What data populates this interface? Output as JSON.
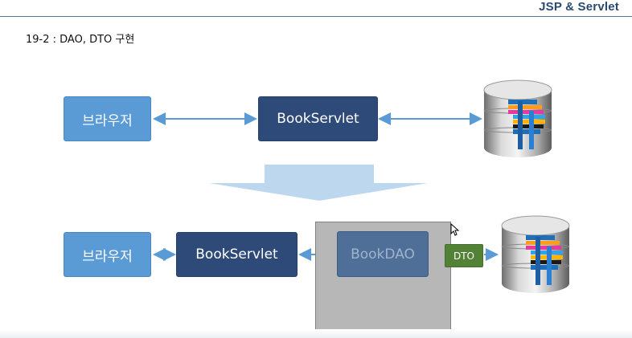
{
  "header": {
    "title": "JSP & Servlet"
  },
  "slide": {
    "subtitle": "19-2 : DAO, DTO  구현"
  },
  "top_row": {
    "browser_label": "브라우저",
    "servlet_label": "BookServlet"
  },
  "bottom_row": {
    "browser_label": "브라우저",
    "servlet_label": "BookServlet",
    "dao_label": "BookDAO",
    "dto_label": "DTO"
  },
  "colors": {
    "light_box": "#5b9bd5",
    "dark_box": "#2e4a78",
    "dto_box": "#538135",
    "arrow": "#5b9bd5",
    "down_arrow": "#bdd7ee",
    "panel": "#b7b7b7"
  },
  "icons": {
    "database": "database-icon",
    "cursor": "mouse-cursor-icon"
  }
}
